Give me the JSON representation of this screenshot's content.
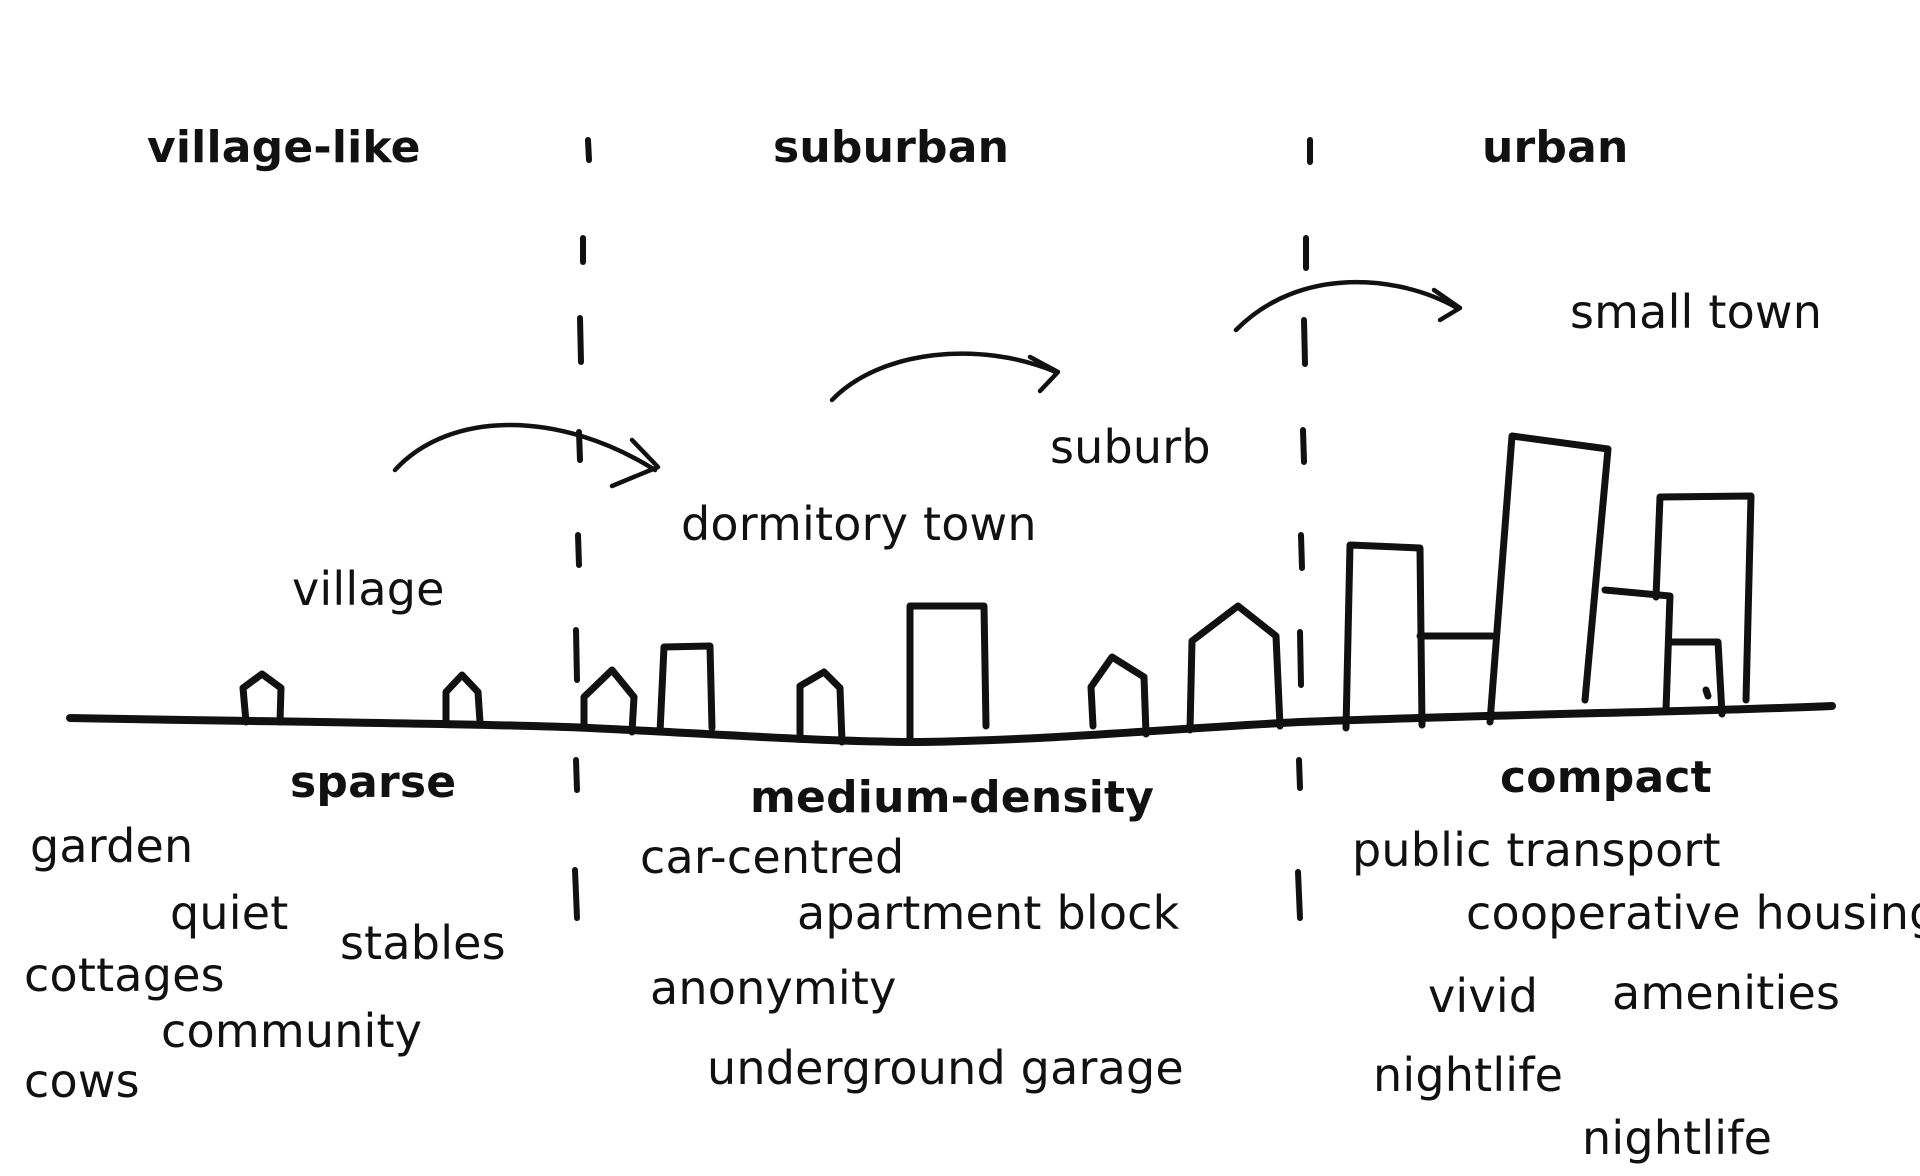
{
  "zones": [
    {
      "heading": "village-like",
      "settlement": "village",
      "density": "sparse",
      "words": [
        "garden",
        "quiet",
        "stables",
        "cottages",
        "community",
        "cows"
      ]
    },
    {
      "heading": "suburban",
      "settlements": [
        "dormitory town",
        "suburb"
      ],
      "density": "medium-density",
      "words": [
        "car-centred",
        "apartment block",
        "anonymity",
        "underground garage"
      ]
    },
    {
      "heading": "urban",
      "settlement": "small town",
      "density": "compact",
      "words": [
        "public transport",
        "cooperative housing",
        "vivid",
        "amenities",
        "nightlife",
        "nightlife"
      ]
    }
  ],
  "colors": {
    "ink": "#111111",
    "paper": "#ffffff"
  }
}
